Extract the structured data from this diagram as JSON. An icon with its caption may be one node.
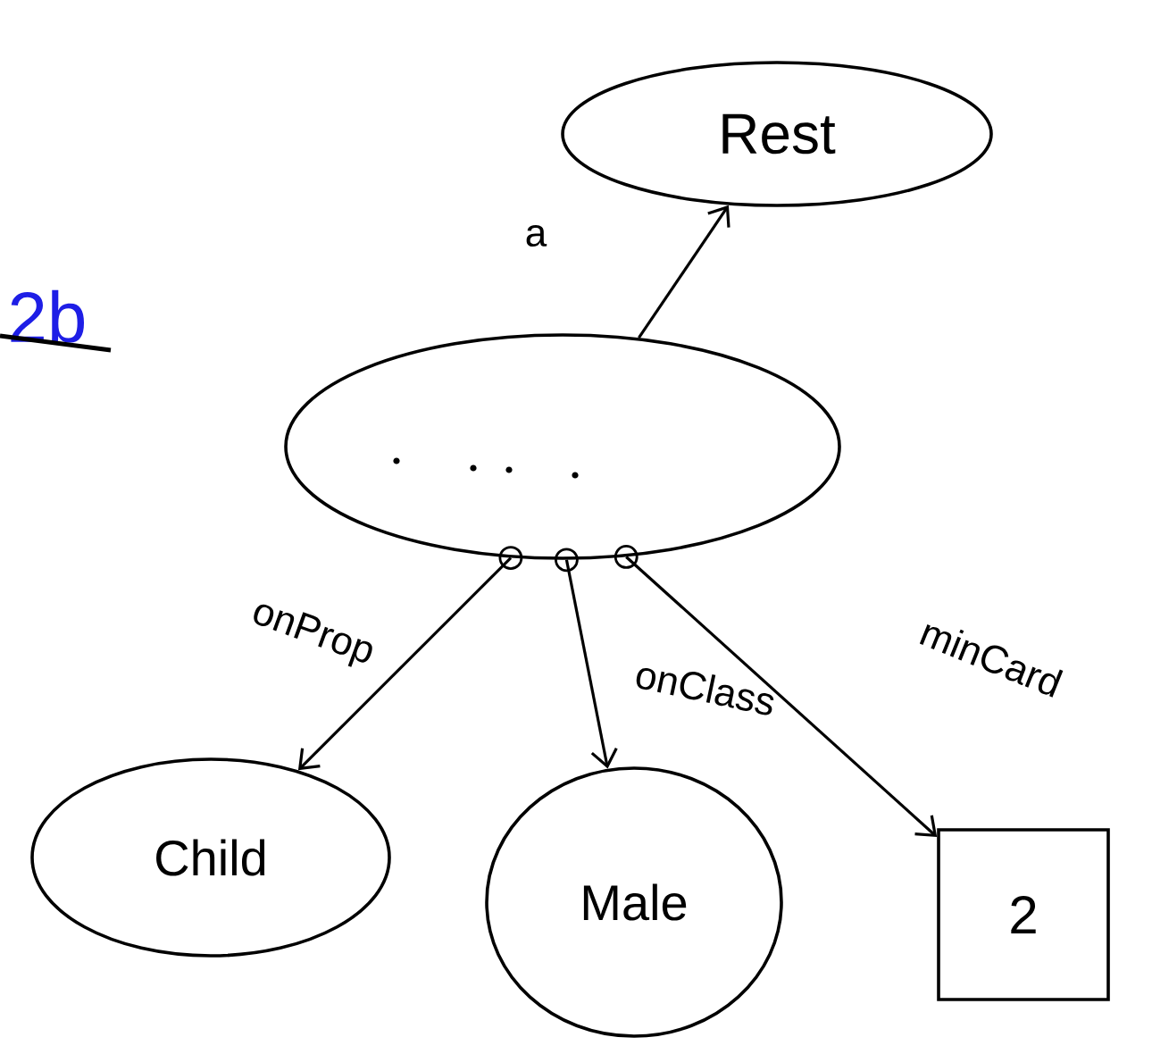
{
  "diagram": {
    "nodes": [
      {
        "text": [
          "Rest"
        ]
      },
      {
        "text": [],
        "shape": "ellipse"
      },
      {
        "text": [
          "Child"
        ]
      },
      {
        "text": [
          "Male"
        ]
      },
      {
        "text": [
          "2"
        ]
      }
    ],
    "edges": [
      {
        "from": 1,
        "to": 0,
        "arrow": "to",
        "label": "a"
      },
      {
        "from": 1,
        "to": 2,
        "arrow": "to",
        "label": "onProp"
      },
      {
        "from": 1,
        "to": 3,
        "arrow": "to",
        "label": "onClass"
      },
      {
        "from": 1,
        "to": 4,
        "arrow": "to",
        "label": "minCard"
      }
    ],
    "labels": [
      "2b"
    ]
  }
}
